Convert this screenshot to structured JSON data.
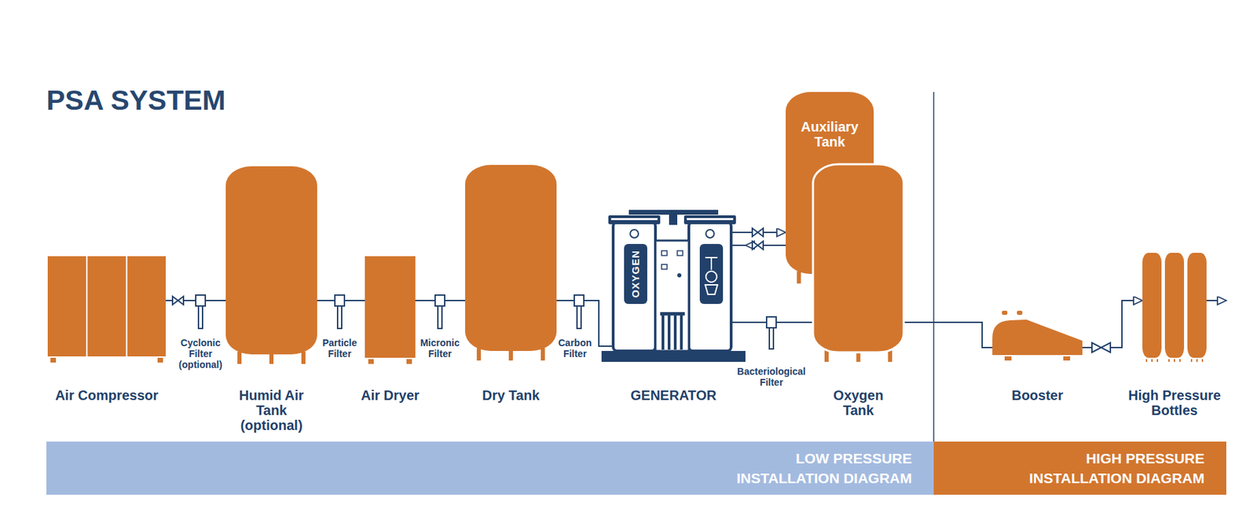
{
  "diagram": {
    "title": "PSA SYSTEM",
    "nodes": [
      {
        "text": [
          "Air Compressor"
        ]
      },
      {
        "text": [
          "Humid Air Tank (optional)"
        ]
      },
      {
        "text": [
          "Air Dryer"
        ]
      },
      {
        "text": [
          "Dry Tank"
        ]
      },
      {
        "text": [
          "GENERATOR",
          "OXYGEN"
        ]
      },
      {
        "text": [
          "Auxiliary Tank"
        ]
      },
      {
        "text": [
          "Oxygen Tank"
        ]
      },
      {
        "text": [
          "Booster"
        ]
      },
      {
        "text": [
          "High Pressure Bottles"
        ]
      },
      {
        "text": [
          "LOW PRESSURE INSTALLATION DIAGRAM"
        ]
      },
      {
        "text": [
          "HIGH PRESSURE INSTALLATION DIAGRAM"
        ]
      }
    ],
    "edges": [
      {
        "from": 0,
        "to": 1,
        "arrow": "none"
      },
      {
        "from": 1,
        "to": 2,
        "arrow": "none"
      },
      {
        "from": 2,
        "to": 3,
        "arrow": "none"
      },
      {
        "from": 3,
        "to": 4,
        "arrow": "none"
      },
      {
        "from": 4,
        "to": 5,
        "arrow": "to"
      },
      {
        "from": 5,
        "to": 4,
        "arrow": "to"
      },
      {
        "from": 4,
        "to": 6,
        "arrow": "none"
      },
      {
        "from": 6,
        "to": 7,
        "arrow": "none"
      },
      {
        "from": 7,
        "to": 8,
        "arrow": "to"
      }
    ],
    "labels": [
      "Cyclonic Filter (optional)",
      "Particle Filter",
      "Micronic Filter",
      "Carbon Filter",
      "Bacteriological Filter"
    ]
  }
}
